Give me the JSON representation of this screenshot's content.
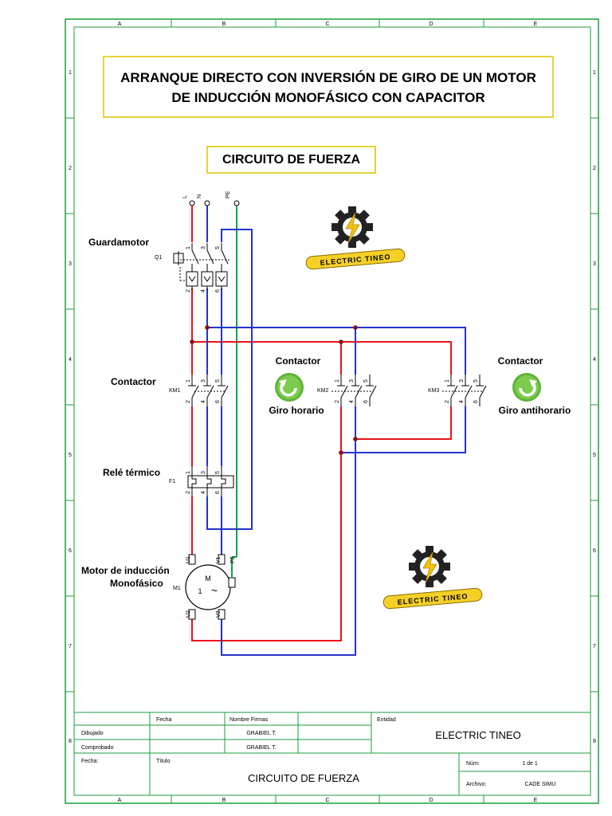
{
  "title": {
    "line1": "ARRANQUE DIRECTO CON INVERSIÓN DE GIRO DE UN MOTOR",
    "line2": "DE INDUCCIÓN MONOFÁSICO CON  CAPACITOR"
  },
  "subtitle": "CIRCUITO DE FUERZA",
  "frame": {
    "columns": [
      "A",
      "B",
      "C",
      "D",
      "E"
    ],
    "rows": [
      "1",
      "2",
      "3",
      "4",
      "5",
      "6",
      "7",
      "8"
    ]
  },
  "supply": {
    "l": "L",
    "n": "N",
    "pe": "PE"
  },
  "components": {
    "guardamotor": {
      "label": "Guardamotor",
      "tag": "Q1",
      "terminals_top": [
        "1",
        "3",
        "5"
      ],
      "terminals_bottom": [
        "2",
        "4",
        "6"
      ]
    },
    "contactor_main": {
      "label": "Contactor",
      "tag": "KM1",
      "terminals_top": [
        "1",
        "3",
        "5"
      ],
      "terminals_bottom": [
        "2",
        "4",
        "6"
      ]
    },
    "contactor_cw": {
      "label": "Contactor",
      "caption": "Giro horario",
      "tag": "KM2",
      "terminals_top": [
        "1",
        "3",
        "5"
      ],
      "terminals_bottom": [
        "2",
        "4",
        "6"
      ]
    },
    "contactor_ccw": {
      "label": "Contactor",
      "caption": "Giro antihorario",
      "tag": "KM3",
      "terminals_top": [
        "1",
        "3",
        "5"
      ],
      "terminals_bottom": [
        "2",
        "4",
        "6"
      ]
    },
    "rele": {
      "label": "Relé térmico",
      "tag": "F1",
      "terminals_top": [
        "1",
        "3",
        "5"
      ],
      "terminals_bottom": [
        "2",
        "4",
        "6"
      ]
    },
    "motor": {
      "label_line1": "Motor de inducción",
      "label_line2": "Monofásico",
      "tag": "M1",
      "symbol_top": "M",
      "symbol_bottom": "1",
      "symbol_ac": "~",
      "terminals": {
        "u1": "U1",
        "v1": "V1",
        "pe": "PE",
        "u2": "U2",
        "v2": "V2"
      }
    }
  },
  "logo": {
    "text": "ELECTRIC TINEO"
  },
  "colors": {
    "red": "#e8141b",
    "blue": "#2433c8",
    "green": "#19a046",
    "frame": "#1e9e3c",
    "title_border": "#e6d23c"
  },
  "title_block": {
    "fecha_header": "Fecha",
    "nombre_header": "Nombre Firmas",
    "entidad_header": "Entidad",
    "dibujado": "Dibujado",
    "comprobado": "Comprobado",
    "dibujado_name": "GRABIEL T.",
    "comprobado_name": "GRABIEL T.",
    "entidad_value": "ELECTRIC TINEO",
    "fecha_label": "Fecha:",
    "titulo_label": "Título",
    "titulo_value": "CIRCUITO DE FUERZA",
    "num_label": "Núm:",
    "num_value": "1 de 1",
    "archivo_label": "Archivo:",
    "archivo_value": "CADE SIMU"
  }
}
